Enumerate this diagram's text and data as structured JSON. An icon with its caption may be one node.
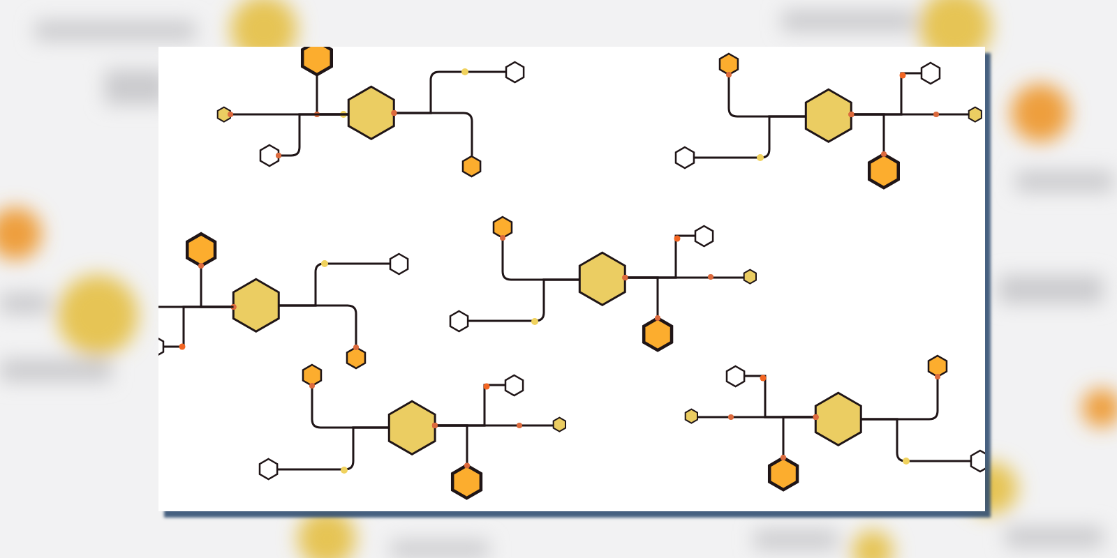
{
  "diagram": {
    "nodes": [
      {
        "text": [],
        "shape": "hexagon"
      },
      {
        "text": [],
        "shape": "hexagon"
      },
      {
        "text": [],
        "shape": "hexagon"
      },
      {
        "text": [],
        "shape": "hexagon"
      },
      {
        "text": [],
        "shape": "hexagon"
      },
      {
        "text": [],
        "shape": "hexagon"
      },
      {
        "text": [],
        "shape": "hexagon"
      },
      {
        "text": [],
        "shape": "hexagon"
      },
      {
        "text": [],
        "shape": "hexagon"
      },
      {
        "text": [],
        "shape": "hexagon"
      },
      {
        "text": [],
        "shape": "hexagon"
      },
      {
        "text": [],
        "shape": "hexagon"
      },
      {
        "text": [],
        "shape": "hexagon"
      },
      {
        "text": [],
        "shape": "hexagon"
      },
      {
        "text": [],
        "shape": "hexagon"
      },
      {
        "text": [],
        "shape": "hexagon"
      },
      {
        "text": [],
        "shape": "hexagon"
      },
      {
        "text": [],
        "shape": "hexagon"
      },
      {
        "text": [],
        "shape": "hexagon"
      },
      {
        "text": [],
        "shape": "hexagon"
      },
      {
        "text": [],
        "shape": "hexagon"
      },
      {
        "text": [],
        "shape": "hexagon"
      },
      {
        "text": [],
        "shape": "hexagon"
      },
      {
        "text": [],
        "shape": "hexagon"
      },
      {
        "text": [],
        "shape": "hexagon"
      },
      {
        "text": [],
        "shape": "hexagon"
      },
      {
        "text": [],
        "shape": "hexagon"
      },
      {
        "text": [],
        "shape": "hexagon"
      },
      {
        "text": [],
        "shape": "hexagon"
      },
      {
        "text": [],
        "shape": "hexagon"
      },
      {
        "text": [],
        "shape": "hexagon"
      },
      {
        "text": [],
        "shape": "hexagon"
      },
      {
        "text": [],
        "shape": "hexagon"
      },
      {
        "text": [],
        "shape": "hexagon"
      },
      {
        "text": [],
        "shape": "hexagon"
      }
    ],
    "edges": [
      {
        "from": 0,
        "to": 1,
        "arrow": "other"
      },
      {
        "from": 0,
        "to": 2,
        "arrow": "none"
      },
      {
        "from": 0,
        "to": 3,
        "arrow": "other"
      },
      {
        "from": 0,
        "to": 4,
        "arrow": "other"
      },
      {
        "from": 0,
        "to": 5,
        "arrow": "other"
      },
      {
        "from": 6,
        "to": 7,
        "arrow": "other"
      },
      {
        "from": 6,
        "to": 8,
        "arrow": "none"
      },
      {
        "from": 6,
        "to": 9,
        "arrow": "other"
      },
      {
        "from": 6,
        "to": 10,
        "arrow": "other"
      },
      {
        "from": 6,
        "to": 11,
        "arrow": "other"
      },
      {
        "from": 12,
        "to": 13,
        "arrow": "other"
      },
      {
        "from": 12,
        "to": 14,
        "arrow": "other"
      },
      {
        "from": 12,
        "to": null,
        "arrow": "none"
      },
      {
        "from": 12,
        "to": 15,
        "arrow": "none"
      },
      {
        "from": 12,
        "to": 16,
        "arrow": "other"
      },
      {
        "from": 17,
        "to": 18,
        "arrow": "other"
      },
      {
        "from": 17,
        "to": 19,
        "arrow": "none"
      },
      {
        "from": 17,
        "to": 20,
        "arrow": "other"
      },
      {
        "from": 17,
        "to": 21,
        "arrow": "other"
      },
      {
        "from": 17,
        "to": 22,
        "arrow": "other"
      },
      {
        "from": 23,
        "to": 24,
        "arrow": "other"
      },
      {
        "from": 23,
        "to": 25,
        "arrow": "none"
      },
      {
        "from": 23,
        "to": 26,
        "arrow": "other"
      },
      {
        "from": 23,
        "to": 27,
        "arrow": "other"
      },
      {
        "from": 23,
        "to": 28,
        "arrow": "other"
      },
      {
        "from": 29,
        "to": 30,
        "arrow": "other"
      },
      {
        "from": 29,
        "to": 31,
        "arrow": "other"
      },
      {
        "from": 29,
        "to": 32,
        "arrow": "other"
      },
      {
        "from": 29,
        "to": 33,
        "arrow": "other"
      },
      {
        "from": 29,
        "to": 34,
        "arrow": "none"
      }
    ]
  }
}
